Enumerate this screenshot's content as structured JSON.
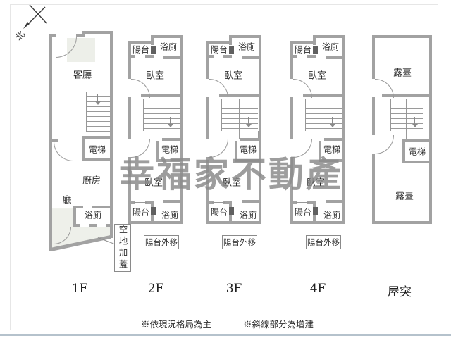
{
  "compass": {
    "north_label": "北"
  },
  "watermark": {
    "text": "幸福家不動產"
  },
  "floors": [
    {
      "label": "1F",
      "rooms": {
        "living": "客廳",
        "elevator": "電梯",
        "kitchen": "廚房",
        "hall": "廳",
        "bath": "浴廁"
      },
      "note": "空地加蓋"
    },
    {
      "label": "2F",
      "rooms": {
        "balcony_top": "陽台",
        "bath_top": "浴廁",
        "bedroom_top": "臥室",
        "elevator": "電梯",
        "bedroom_bottom": "臥室",
        "balcony_bottom": "陽台",
        "bath_bottom": "浴廁"
      },
      "note": "陽台外移"
    },
    {
      "label": "3F",
      "rooms": {
        "balcony_top": "陽台",
        "bath_top": "浴廁",
        "bedroom_top": "臥室",
        "elevator": "電梯",
        "bedroom_bottom": "臥室",
        "balcony_bottom": "陽台",
        "bath_bottom": "浴廁"
      },
      "note": "陽台外移"
    },
    {
      "label": "4F",
      "rooms": {
        "balcony_top": "陽台",
        "bath_top": "浴廁",
        "bedroom_top": "臥室",
        "elevator": "電梯",
        "bedroom_bottom": "臥室",
        "balcony_bottom": "陽台",
        "bath_bottom": "浴廁"
      },
      "note": "陽台外移"
    },
    {
      "label": "屋突",
      "rooms": {
        "terrace_top": "露臺",
        "elevator": "電梯",
        "terrace_bottom": "露臺"
      }
    }
  ],
  "footnotes": [
    "※依現況格局為主",
    "※斜線部分為增建"
  ],
  "colors": {
    "wall": "#a2a2a2",
    "line": "#979797",
    "text": "#2b2b2b",
    "watermark": "#8c8c8c",
    "bottom_edge": "#b5c2cc",
    "annex_tint": "#eef0ea"
  }
}
